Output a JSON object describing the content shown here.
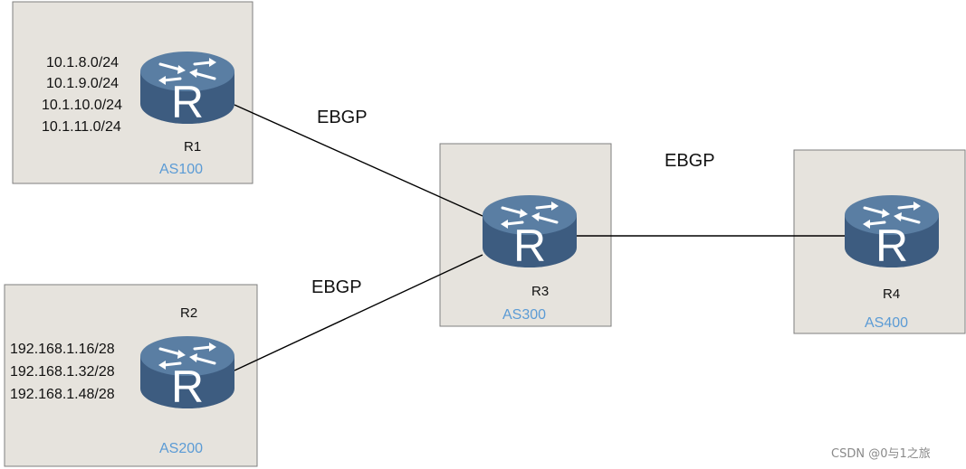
{
  "colors": {
    "as_label": "#5b9bd5",
    "router_side": "#3d5c80",
    "router_top": "#5a7ea3"
  },
  "icons": {
    "router": "router-icon"
  },
  "as_boxes": [
    {
      "id": "as100",
      "label": "AS100"
    },
    {
      "id": "as200",
      "label": "AS200"
    },
    {
      "id": "as300",
      "label": "AS300"
    },
    {
      "id": "as400",
      "label": "AS400"
    }
  ],
  "routers": [
    {
      "id": "r1",
      "name": "R1",
      "letter": "R"
    },
    {
      "id": "r2",
      "name": "R2",
      "letter": "R"
    },
    {
      "id": "r3",
      "name": "R3",
      "letter": "R"
    },
    {
      "id": "r4",
      "name": "R4",
      "letter": "R"
    }
  ],
  "prefixes": {
    "r1": [
      "10.1.8.0/24",
      "10.1.9.0/24",
      "10.1.10.0/24",
      "10.1.11.0/24"
    ],
    "r2": [
      "192.168.1.16/28",
      "192.168.1.32/28",
      "192.168.1.48/28"
    ]
  },
  "links": [
    {
      "id": "r1-r3",
      "from": "R1",
      "to": "R3",
      "label": "EBGP"
    },
    {
      "id": "r2-r3",
      "from": "R2",
      "to": "R3",
      "label": "EBGP"
    },
    {
      "id": "r3-r4",
      "from": "R3",
      "to": "R4",
      "label": "EBGP"
    }
  ],
  "watermark": "CSDN @0与1之旅"
}
